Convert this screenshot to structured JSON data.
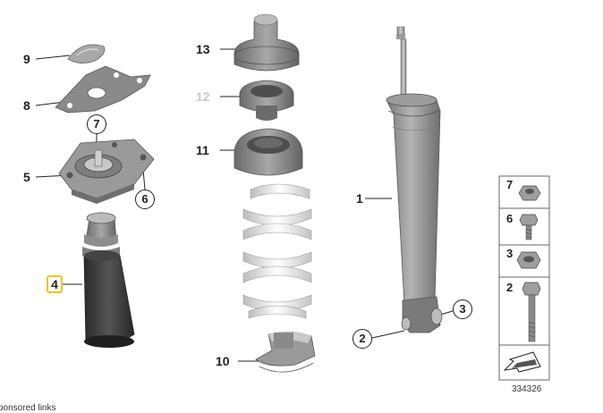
{
  "callouts": {
    "c1": "1",
    "c2": "2",
    "c3": "3",
    "c4": "4",
    "c5": "5",
    "c6": "6",
    "c7": "7",
    "c8": "8",
    "c9": "9",
    "c10": "10",
    "c11": "11",
    "c12": "12",
    "c13": "13"
  },
  "hardware_panel": {
    "r1": "7",
    "r2": "6",
    "r3": "3",
    "r4": "2"
  },
  "reference_number": "334326",
  "footer_text": "ponsored links",
  "colors": {
    "highlight": "#f1c40f",
    "dim_label": "#c8c8c8",
    "part_gray": "#8c8c8c"
  }
}
